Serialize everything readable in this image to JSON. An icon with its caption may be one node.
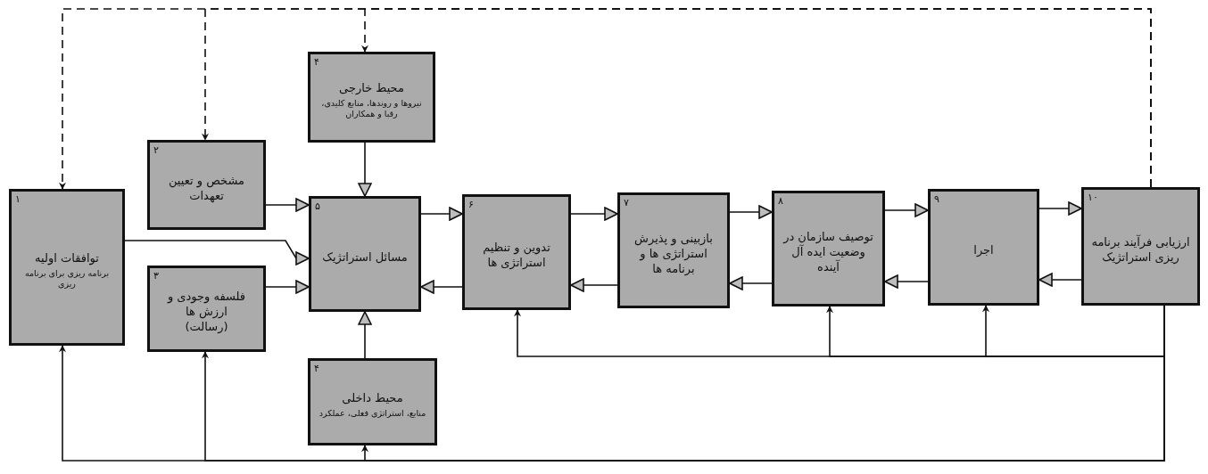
{
  "diagram": {
    "nodes": [
      {
        "text": [
          "۱",
          "توافقات اولیه",
          "برنامه ریزی برای برنامه ریزی"
        ]
      },
      {
        "text": [
          "۲",
          "مشخص و تعیین تعهدات"
        ]
      },
      {
        "text": [
          "۳",
          "فلسفه وجودی و ارزش ها",
          "(رسالت)"
        ]
      },
      {
        "text": [
          "۴",
          "محیط خارجی",
          "نیروها و روندها، منابع کلیدی، رقبا و همکاران"
        ]
      },
      {
        "text": [
          "۴",
          "محیط داخلی",
          "منابع، استراتژی فعلی، عملکرد"
        ]
      },
      {
        "text": [
          "۵",
          "مسائل استراتژیک"
        ]
      },
      {
        "text": [
          "۶",
          "تدوین و تنظیم استراتژی ها"
        ]
      },
      {
        "text": [
          "۷",
          "بازبینی و پذیرش استراتژی ها و برنامه ها"
        ]
      },
      {
        "text": [
          "۸",
          "توصیف سازمان در وضعیت ایده آل آینده"
        ]
      },
      {
        "text": [
          "۹",
          "اجرا"
        ]
      },
      {
        "text": [
          "۱۰",
          "ارزیابی فرآیند برنامه ریزی استراتژیک"
        ]
      }
    ],
    "edges": [
      {
        "from": 0,
        "to": 5,
        "arrow": "to"
      },
      {
        "from": 1,
        "to": 5,
        "arrow": "to"
      },
      {
        "from": 2,
        "to": 5,
        "arrow": "to"
      },
      {
        "from": 3,
        "to": 5,
        "arrow": "to"
      },
      {
        "from": 4,
        "to": 5,
        "arrow": "to"
      },
      {
        "from": 5,
        "to": 6,
        "arrow": "to"
      },
      {
        "from": 6,
        "to": 5,
        "arrow": "to"
      },
      {
        "from": 6,
        "to": 7,
        "arrow": "to"
      },
      {
        "from": 7,
        "to": 6,
        "arrow": "to"
      },
      {
        "from": 7,
        "to": 8,
        "arrow": "to"
      },
      {
        "from": 8,
        "to": 7,
        "arrow": "to"
      },
      {
        "from": 8,
        "to": 9,
        "arrow": "to"
      },
      {
        "from": 9,
        "to": 8,
        "arrow": "to"
      },
      {
        "from": 9,
        "to": 10,
        "arrow": "to"
      },
      {
        "from": 10,
        "to": 9,
        "arrow": "to"
      },
      {
        "from": 10,
        "to": 0,
        "arrow": "to",
        "style": "dashed"
      },
      {
        "from": 10,
        "to": 1,
        "arrow": "to",
        "style": "dashed"
      },
      {
        "from": 10,
        "to": 3,
        "arrow": "to",
        "style": "dashed"
      },
      {
        "from": 10,
        "to": 6,
        "arrow": "to"
      },
      {
        "from": 10,
        "to": 8,
        "arrow": "to"
      },
      {
        "from": 10,
        "to": 9,
        "arrow": "to"
      },
      {
        "from": 10,
        "to": 0,
        "arrow": "to"
      },
      {
        "from": 10,
        "to": 2,
        "arrow": "to"
      },
      {
        "from": 10,
        "to": 4,
        "arrow": "to"
      }
    ]
  }
}
